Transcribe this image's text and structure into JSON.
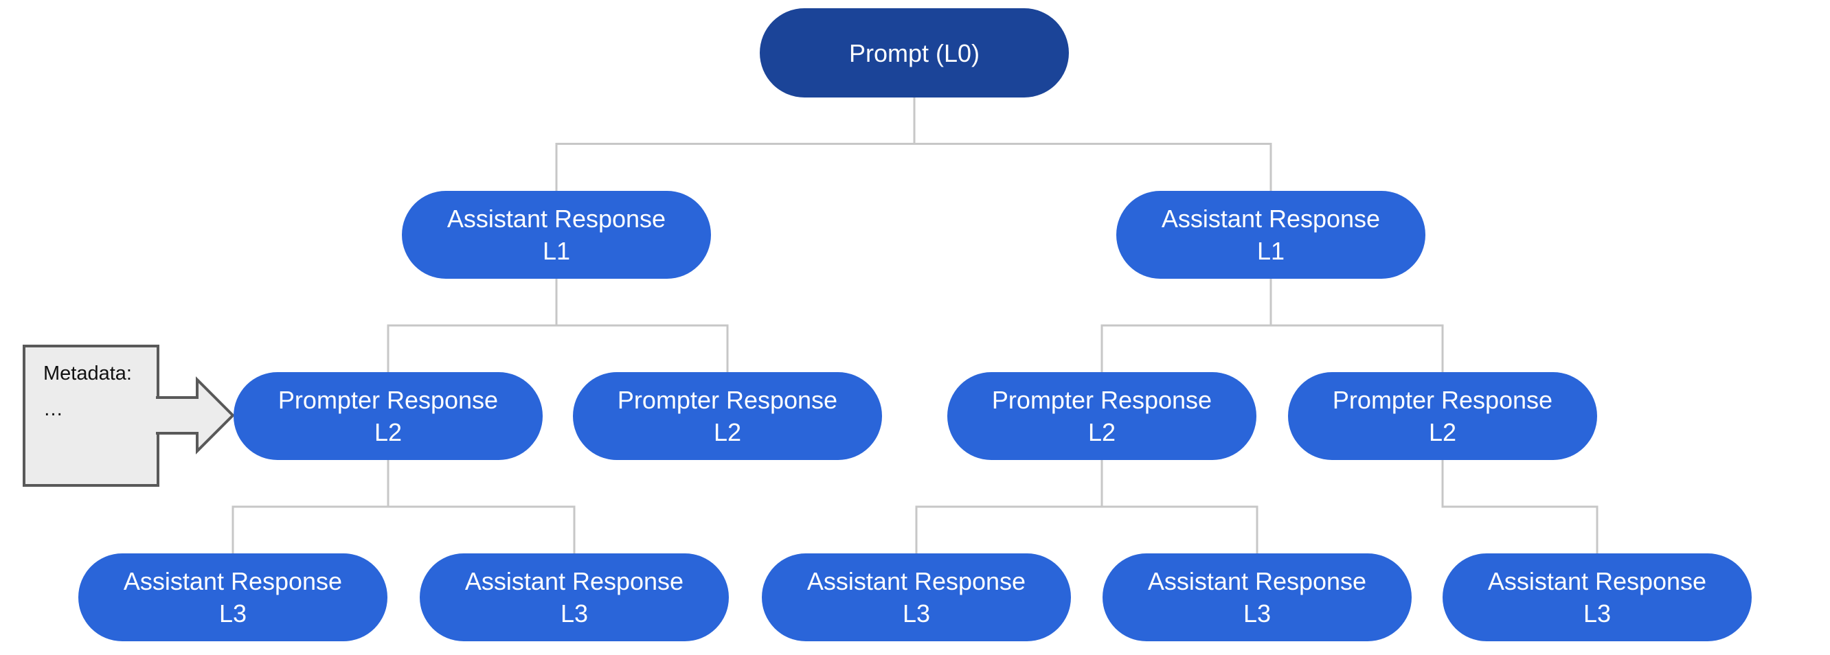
{
  "colors": {
    "root_node_fill": "#1b4498",
    "node_fill": "#2a65d9",
    "node_text": "#ffffff",
    "connector": "#c7c7c7",
    "callout_fill": "#ececec",
    "callout_border": "#595959",
    "callout_text": "#111111"
  },
  "nodes": {
    "prompt_l0": {
      "label": "Prompt (L0)"
    },
    "assistant_l1_left": {
      "line1": "Assistant Response",
      "line2": "L1"
    },
    "assistant_l1_right": {
      "line1": "Assistant Response",
      "line2": "L1"
    },
    "prompter_l2_1": {
      "line1": "Prompter Response",
      "line2": "L2"
    },
    "prompter_l2_2": {
      "line1": "Prompter Response",
      "line2": "L2"
    },
    "prompter_l2_3": {
      "line1": "Prompter Response",
      "line2": "L2"
    },
    "prompter_l2_4": {
      "line1": "Prompter Response",
      "line2": "L2"
    },
    "assistant_l3_1": {
      "line1": "Assistant Response",
      "line2": "L3"
    },
    "assistant_l3_2": {
      "line1": "Assistant Response",
      "line2": "L3"
    },
    "assistant_l3_3": {
      "line1": "Assistant Response",
      "line2": "L3"
    },
    "assistant_l3_4": {
      "line1": "Assistant Response",
      "line2": "L3"
    },
    "assistant_l3_5": {
      "line1": "Assistant Response",
      "line2": "L3"
    }
  },
  "callout": {
    "title": "Metadata:",
    "body": "…"
  }
}
